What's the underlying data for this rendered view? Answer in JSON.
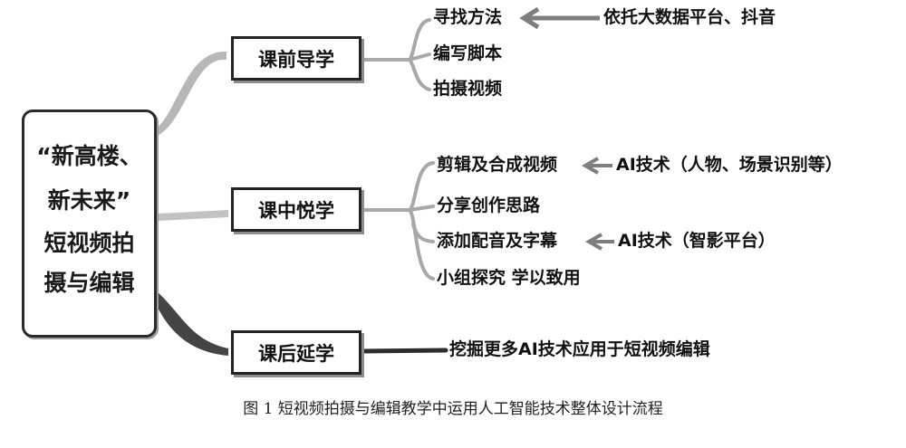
{
  "root": {
    "lines": [
      "“新高楼、",
      "新未来”",
      "短视频拍",
      "摄与编辑"
    ]
  },
  "stages": [
    {
      "label": "课前导学",
      "items": [
        "寻找方法",
        "编写脚本",
        "拍摄视频"
      ],
      "notes": [
        {
          "item": 0,
          "text": "依托大数据平台、抖音"
        }
      ]
    },
    {
      "label": "课中悦学",
      "items": [
        "剪辑及合成视频",
        "分享创作思路",
        "添加配音及字幕",
        "小组探究  学以致用"
      ],
      "notes": [
        {
          "item": 0,
          "text": "AI技术（人物、场景识别等）"
        },
        {
          "item": 2,
          "text": "AI技术（智影平台）"
        }
      ]
    },
    {
      "label": "课后延学",
      "items": [],
      "notes": [
        {
          "item": -1,
          "text": "挖掘更多AI技术应用于短视频编辑"
        }
      ]
    }
  ],
  "caption": "图 1    短视频拍摄与编辑教学中运用人工智能技术整体设计流程",
  "colors": {
    "branch_light": "#b9b9b9",
    "branch_dark": "#444444",
    "arrow": "#7e7e7e",
    "arrow_dark": "#262626",
    "box_border": "#222222"
  }
}
